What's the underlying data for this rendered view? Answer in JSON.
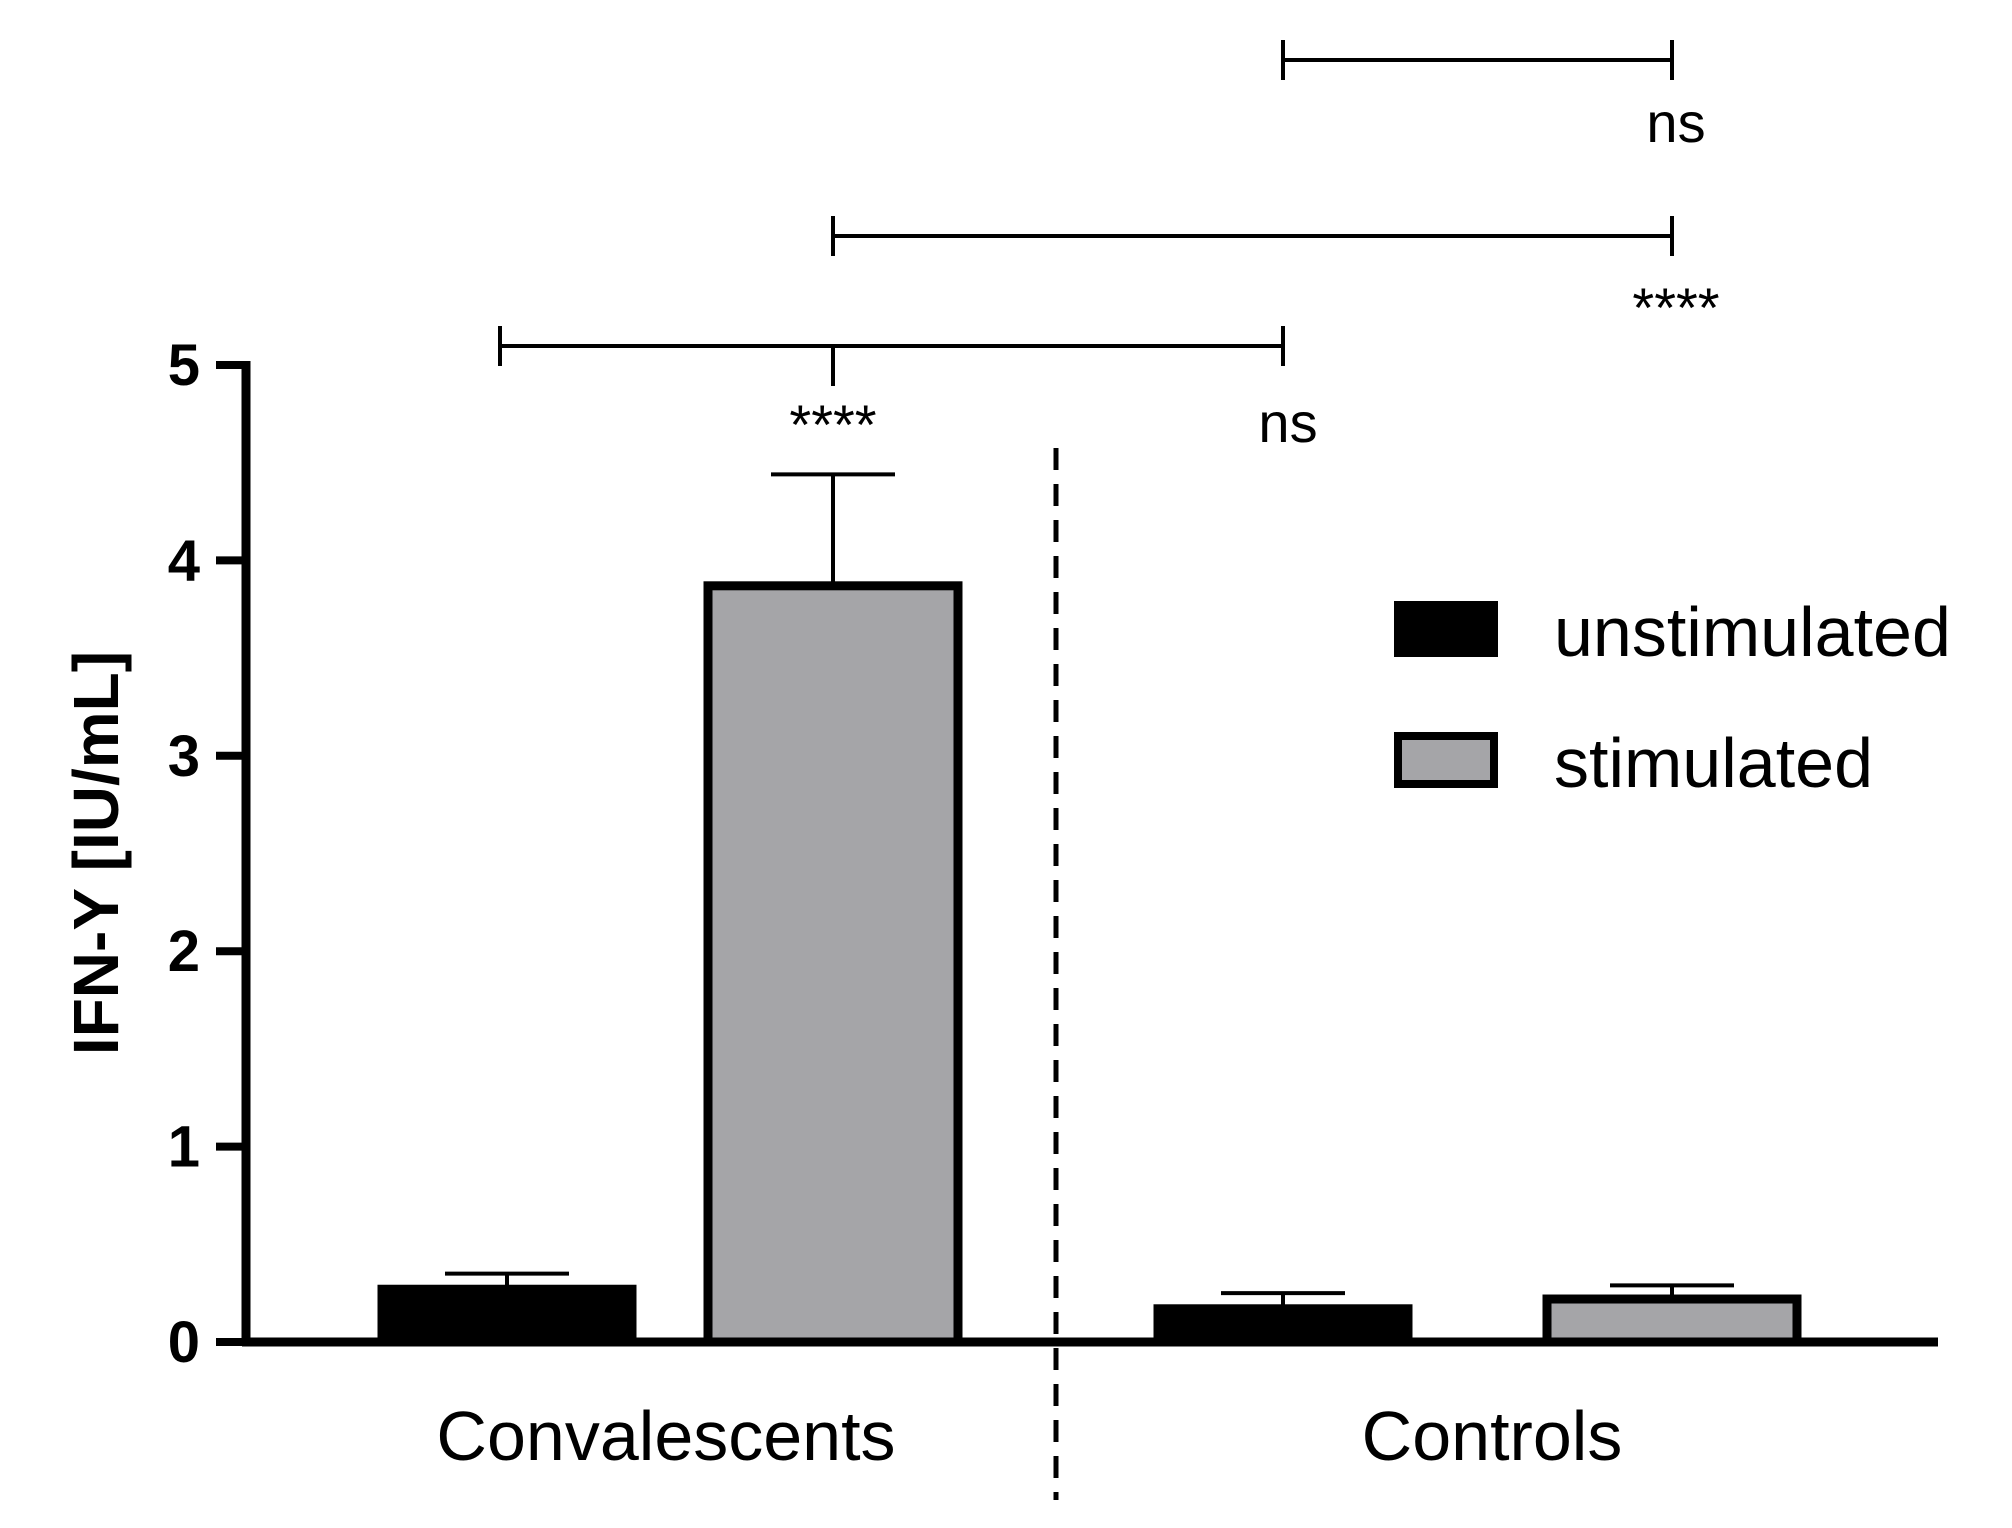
{
  "chart_data": {
    "type": "bar",
    "ylabel": "IFN-Y [IU/mL]",
    "ylim": [
      0,
      5
    ],
    "yticks": [
      "0",
      "1",
      "2",
      "3",
      "4",
      "5"
    ],
    "categories": [
      "Convalescents",
      "Controls"
    ],
    "series": [
      {
        "name": "unstimulated",
        "values": [
          0.27,
          0.17
        ],
        "errors": [
          0.08,
          0.08
        ],
        "color": "#000000"
      },
      {
        "name": "stimulated",
        "values": [
          3.87,
          0.22
        ],
        "errors": [
          0.57,
          0.07
        ],
        "color": "#a5a5a8"
      }
    ],
    "legend_position": "right",
    "group_separator": "dashed",
    "significance": [
      {
        "from": "Convalescents unstimulated",
        "to": "Controls unstimulated",
        "label": "ns"
      },
      {
        "from": "Convalescents stimulated",
        "to": "Controls stimulated",
        "label": "****"
      },
      {
        "from": "Controls unstimulated",
        "to": "Controls stimulated",
        "label": "ns"
      },
      {
        "from": "Convalescents",
        "to": "Convalescents stimulated",
        "label": "****"
      }
    ]
  }
}
